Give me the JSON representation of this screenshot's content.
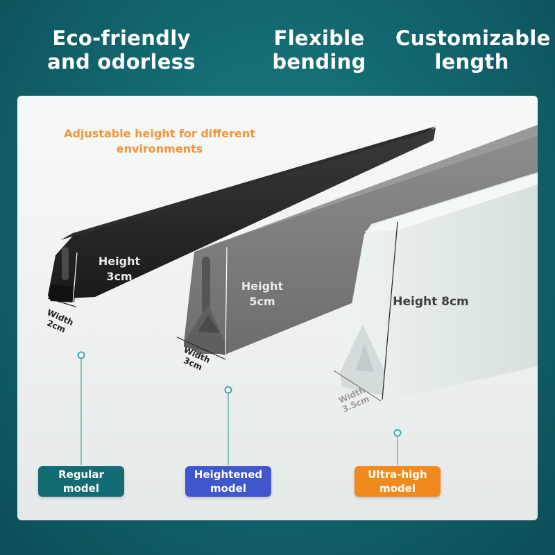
{
  "features": [
    {
      "label": "Eco-friendly and odorless"
    },
    {
      "label": "Flexible bending"
    },
    {
      "label": "Customizable length"
    }
  ],
  "subtitle": "Adjustable height for different environments",
  "models": [
    {
      "name": "Regular model",
      "height_label": "Height 3cm",
      "width_label": "Width 2cm",
      "strip_color": "#1e1e1e",
      "badge_color": "#136b73"
    },
    {
      "name": "Heightened model",
      "height_label": "Height 5cm",
      "width_label": "Width 3cm",
      "strip_color": "#7a7a7a",
      "badge_color": "#3f56cc"
    },
    {
      "name": "Ultra-high model",
      "height_label": "Height 8cm",
      "width_label": "Width 3.5cm",
      "strip_color": "#e6ecec",
      "badge_color": "#f08a1c"
    }
  ],
  "colors": {
    "background": "#136870",
    "panel": "#f2f4f4",
    "subtitle": "#f0963c",
    "connector": "#3aa8a8"
  }
}
